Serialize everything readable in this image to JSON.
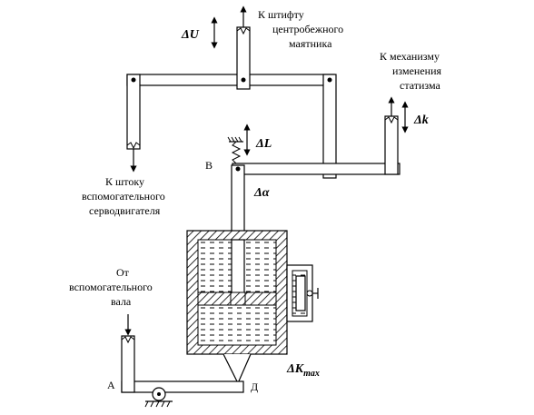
{
  "labels": {
    "top_center_line1": "К    штифту",
    "top_center_line2": "центробежного",
    "top_center_line3": "маятника",
    "right_line1": "К механизму",
    "right_line2": "изменения",
    "right_line3": "статизма",
    "left_line1": "К штоку",
    "left_line2": "вспомогательного",
    "left_line3": "серводвигателя",
    "bottom_left_line1": "От",
    "bottom_left_line2": "вспомогательного",
    "bottom_left_line3": "вала"
  },
  "symbols": {
    "delta_u": "ΔU",
    "delta_k": "Δk",
    "delta_l": "ΔL",
    "delta_alpha": "Δα",
    "delta_kmax_main": "ΔK",
    "delta_kmax_sub": "max"
  },
  "points": {
    "b": "В",
    "a": "А",
    "d": "Д"
  }
}
